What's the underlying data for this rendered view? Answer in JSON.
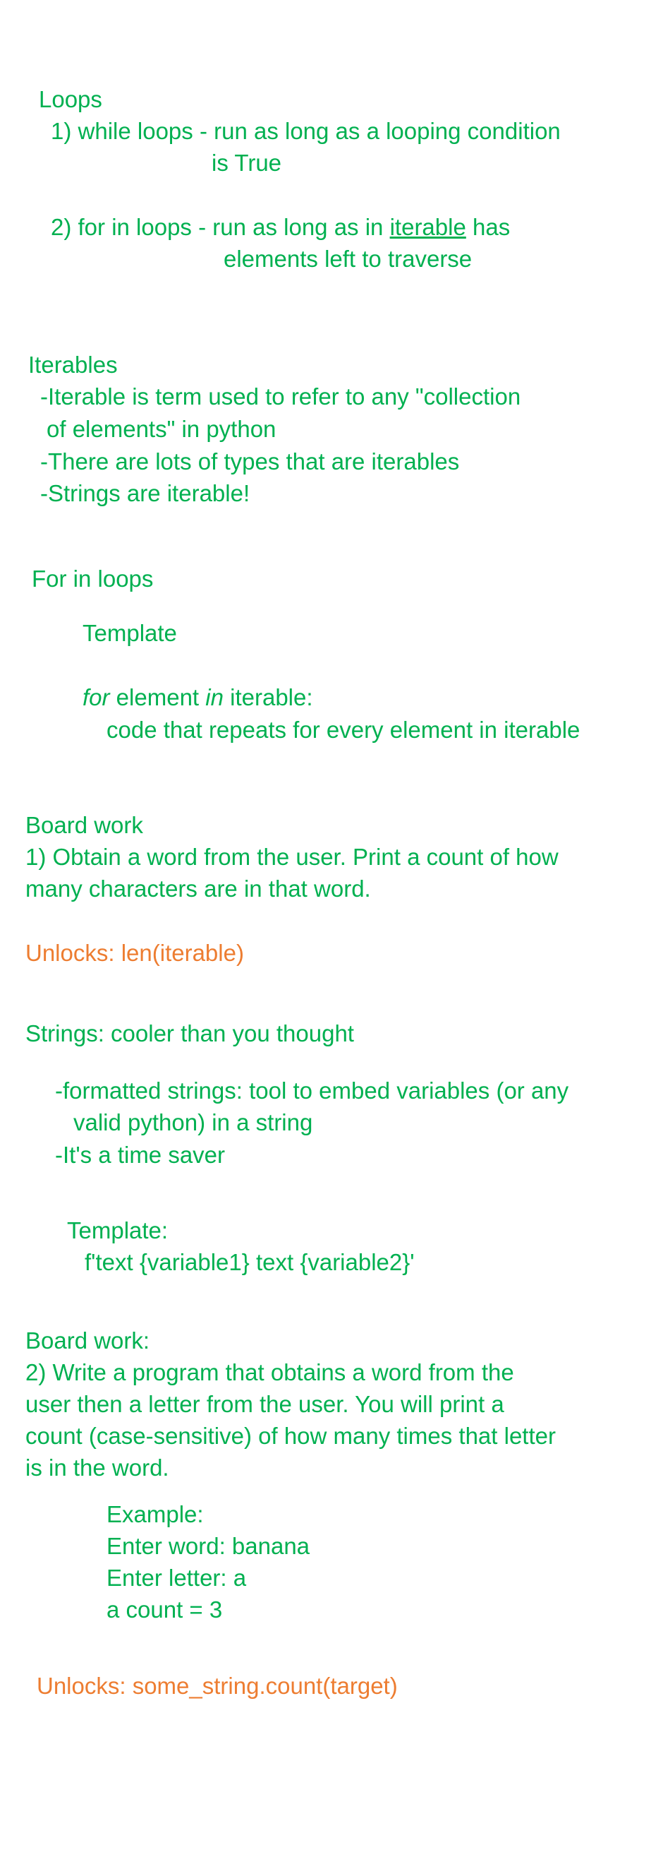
{
  "colors": {
    "text_green": "#00b050",
    "text_orange": "#ed7d31",
    "background": "#ffffff"
  },
  "loops": {
    "heading": "Loops",
    "while_line1": "1) while loops - run as long as a looping condition",
    "while_line2": "is True",
    "for_line1_prefix": "2) for in loops - run as long as in ",
    "for_line1_link": "iterable",
    "for_line1_suffix": " has",
    "for_line2": "elements left to traverse"
  },
  "iterables": {
    "heading": "Iterables",
    "line1": "-Iterable is term used to refer to any \"collection",
    "line2": "of elements\" in python",
    "line3": "-There are lots of types that are iterables",
    "line4": "-Strings are iterable!"
  },
  "for_in_loops": {
    "heading": "For in loops",
    "template_label": "Template",
    "syntax_for": "for",
    "syntax_element": " element ",
    "syntax_in": "in",
    "syntax_iterable": " iterable:",
    "body_line": "code that repeats for every element in iterable"
  },
  "board_work_1": {
    "heading": "Board work",
    "line1": "1) Obtain a word from the user. Print a count of how",
    "line2": "many characters are in that word.",
    "unlocks": "Unlocks: len(iterable)"
  },
  "strings": {
    "heading": "Strings: cooler than you thought",
    "line1": "-formatted strings: tool to embed variables (or any",
    "line2": "valid python) in a string",
    "line3": "-It's a time saver",
    "template_label": "Template:",
    "template_code": "f'text {variable1} text {variable2}'"
  },
  "board_work_2": {
    "heading": "Board work:",
    "line1": "2) Write a program that obtains a word from the",
    "line2": "user then a letter from the user. You will print a",
    "line3": "count (case-sensitive) of how many times that letter",
    "line4": "is in the word.",
    "example_label": "Example:",
    "example_line1": "Enter word: banana",
    "example_line2": "Enter letter: a",
    "example_line3": "a count = 3",
    "unlocks": "Unlocks: some_string.count(target)"
  }
}
